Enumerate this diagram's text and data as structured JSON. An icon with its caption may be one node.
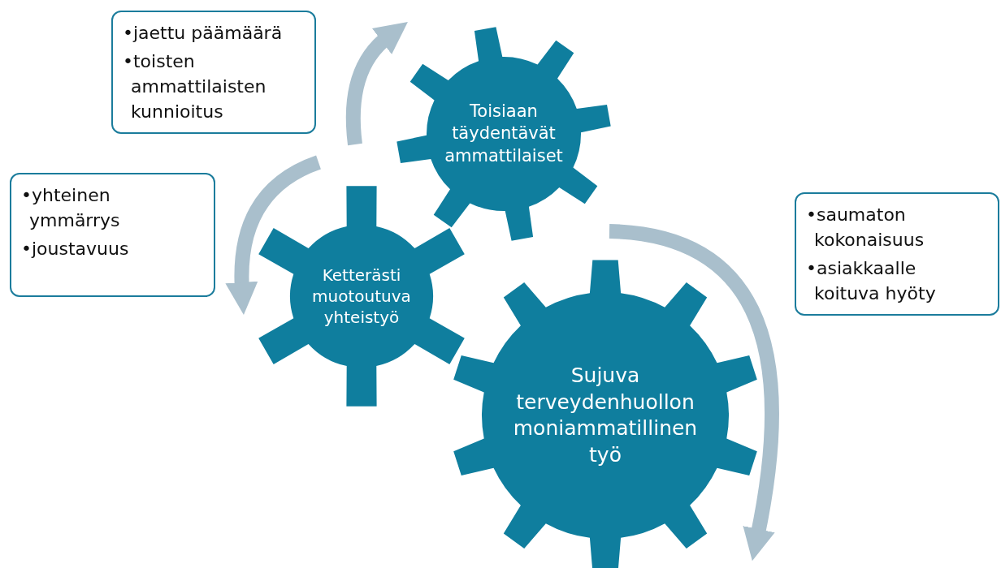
{
  "diagram": {
    "nodes": [
      {
        "text": [
          "•jaettu päämäärä",
          "•toisten ammattilaisten kunnioitus"
        ]
      },
      {
        "text": [
          "Toisiaan täydentävät ammattilaiset"
        ]
      },
      {
        "text": [
          "•yhteinen ymmärrys",
          "•joustavuus"
        ]
      },
      {
        "text": [
          "•saumaton kokonaisuus",
          "•asiakkaalle koituva hyöty"
        ]
      },
      {
        "text": [
          "Ketterästi muotoutuva yhteistyö"
        ]
      },
      {
        "text": [
          "Sujuva terveydenhuollon moniammatillinen työ"
        ]
      }
    ]
  }
}
